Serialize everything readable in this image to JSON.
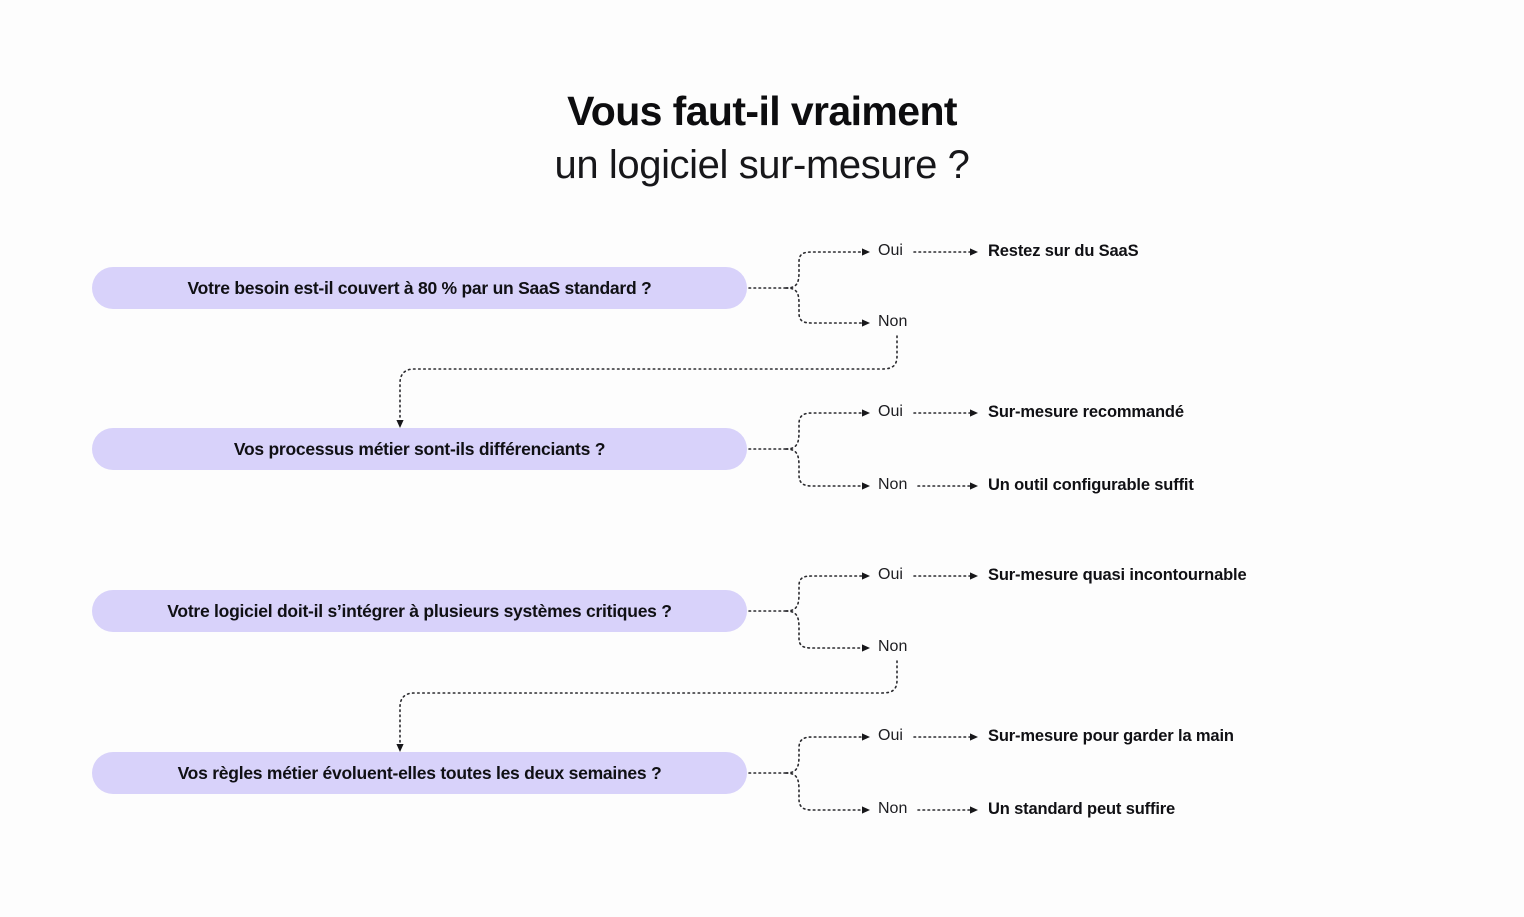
{
  "title": {
    "line1": "Vous faut-il vraiment",
    "line2": "un logiciel sur-mesure ?"
  },
  "colors": {
    "pill_background": "#d8d2fa",
    "text": "#101014",
    "connector": "#2b2b2f",
    "canvas_background": "#fdfdfd"
  },
  "flow": {
    "yes_label": "Oui",
    "no_label": "Non",
    "steps": [
      {
        "question": "Votre besoin est-il couvert à 80 % par un SaaS standard ?",
        "yes_label": "Oui",
        "yes_outcome": "Restez sur du SaaS",
        "no_label": "Non",
        "no_outcome": ""
      },
      {
        "question": "Vos processus métier sont-ils différenciants ?",
        "yes_label": "Oui",
        "yes_outcome": "Sur-mesure recommandé",
        "no_label": "Non",
        "no_outcome": "Un outil configurable suffit"
      },
      {
        "question": "Votre logiciel doit-il s’intégrer à plusieurs systèmes critiques ?",
        "yes_label": "Oui",
        "yes_outcome": "Sur-mesure quasi incontournable",
        "no_label": "Non",
        "no_outcome": ""
      },
      {
        "question": "Vos règles métier évoluent-elles toutes les deux semaines ?",
        "yes_label": "Oui",
        "yes_outcome": "Sur-mesure pour garder la main",
        "no_label": "Non",
        "no_outcome": "Un standard peut suffire"
      }
    ]
  }
}
